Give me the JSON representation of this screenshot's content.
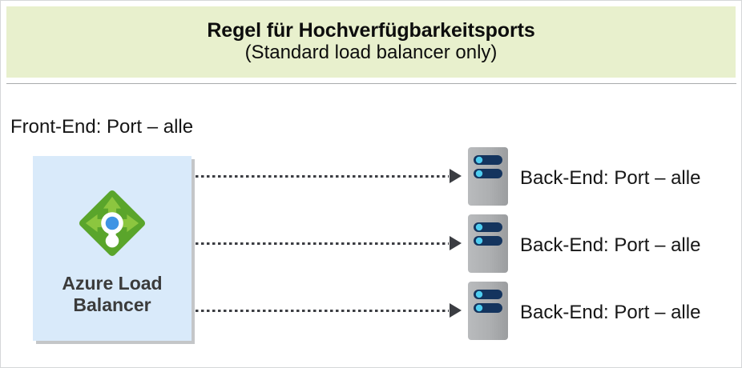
{
  "header": {
    "title": "Regel für Hochverfügbarkeitsports",
    "subtitle": "(Standard load balancer only)",
    "background_color": "#e8f0cd",
    "text_color": "#0d0d0d"
  },
  "diagram": {
    "frontend_label": "Front-End: Port – alle",
    "load_balancer": {
      "caption_line1": "Azure Load",
      "caption_line2": "Balancer",
      "box_color": "#d9eafa",
      "icon_name": "azure-load-balancer-icon",
      "icon_colors": {
        "diamond": "#59a32b",
        "arrows": "#8cc63f",
        "node_outer": "#ffffff",
        "node_inner": "#3f94e4"
      }
    },
    "connectors": [
      {
        "style": "dotted",
        "arrow": "right"
      },
      {
        "style": "dotted",
        "arrow": "right"
      },
      {
        "style": "dotted",
        "arrow": "right"
      }
    ],
    "backends": [
      {
        "icon_name": "server-icon",
        "label": "Back-End: Port – alle"
      },
      {
        "icon_name": "server-icon",
        "label": "Back-End: Port – alle"
      },
      {
        "icon_name": "server-icon",
        "label": "Back-End: Port – alle"
      }
    ],
    "server_colors": {
      "body": "#a9abad",
      "bar": "#14345e",
      "led": "#4ecdf0"
    },
    "connector_color": "#3b3d42"
  }
}
